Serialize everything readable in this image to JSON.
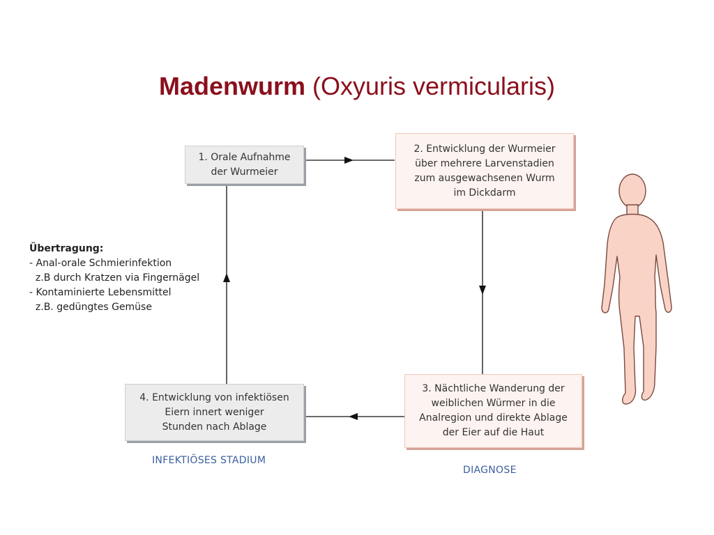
{
  "title": {
    "main": "Madenwurm",
    "sub": "(Oxyuris vermicularis)"
  },
  "steps": [
    {
      "text": "1. Orale Aufnahme\nder Wurmeier"
    },
    {
      "text": "2. Entwicklung der Wurmeier\nüber mehrere Larvenstadien\nzum ausgewachsenen Wurm\nim Dickdarm"
    },
    {
      "text": "3. Nächtliche Wanderung der\nweiblichen Würmer in die\nAnalregion und direkte Ablage\nder Eier auf die Haut"
    },
    {
      "text": "4. Entwicklung von infektiösen\nEiern innert weniger\nStunden nach Ablage"
    }
  ],
  "transmission": {
    "title": "Übertragung:",
    "lines": [
      "- Anal-orale Schmierinfektion",
      "  z.B durch Kratzen via Fingernägel",
      "- Kontaminierte Lebensmittel",
      "  z.B. gedüngtes Gemüse"
    ]
  },
  "labels": {
    "infectious_stage": "INFEKTIÖSES STADIUM",
    "diagnosis": "DIAGNOSE"
  },
  "colors": {
    "title": "#8a0f1c",
    "stage_label": "#3a5f9e",
    "gray_box": "#ececec",
    "pink_box": "#fdf3f0",
    "body_fill": "#f9d3c6",
    "body_stroke": "#7a4a40"
  },
  "icons": {
    "figure": "human-body-icon"
  }
}
